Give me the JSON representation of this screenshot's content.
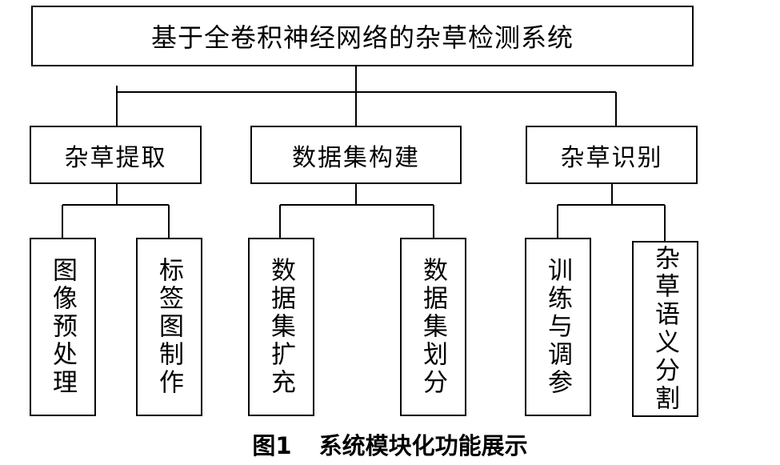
{
  "title": "基于全卷积神经网络的杂草检测系统",
  "modules": [
    {
      "label": "杂草提取",
      "children": [
        "图像预处理",
        "标签图制作"
      ]
    },
    {
      "label": "数据集构建",
      "children": [
        "数据集扩充",
        "数据集划分"
      ]
    },
    {
      "label": "杂草识别",
      "children": [
        "训练与调参",
        "杂草语义分割"
      ]
    }
  ],
  "caption": {
    "figure": "图1",
    "text": "系统模块化功能展示"
  }
}
